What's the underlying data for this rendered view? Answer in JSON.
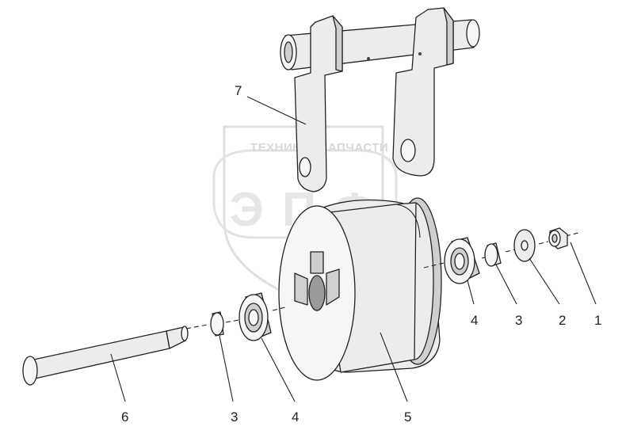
{
  "watermark": {
    "top_text": "ТЕХНИКА",
    "right_text": "ЗАПЧАСТИ",
    "logo_letters": [
      "Э",
      "П",
      "Ф"
    ]
  },
  "callouts": [
    {
      "id": "1",
      "text": "1"
    },
    {
      "id": "2",
      "text": "2"
    },
    {
      "id": "3a",
      "text": "3"
    },
    {
      "id": "4a",
      "text": "4"
    },
    {
      "id": "7",
      "text": "7"
    },
    {
      "id": "6",
      "text": "6"
    },
    {
      "id": "3b",
      "text": "3"
    },
    {
      "id": "4b",
      "text": "4"
    },
    {
      "id": "5",
      "text": "5"
    }
  ]
}
